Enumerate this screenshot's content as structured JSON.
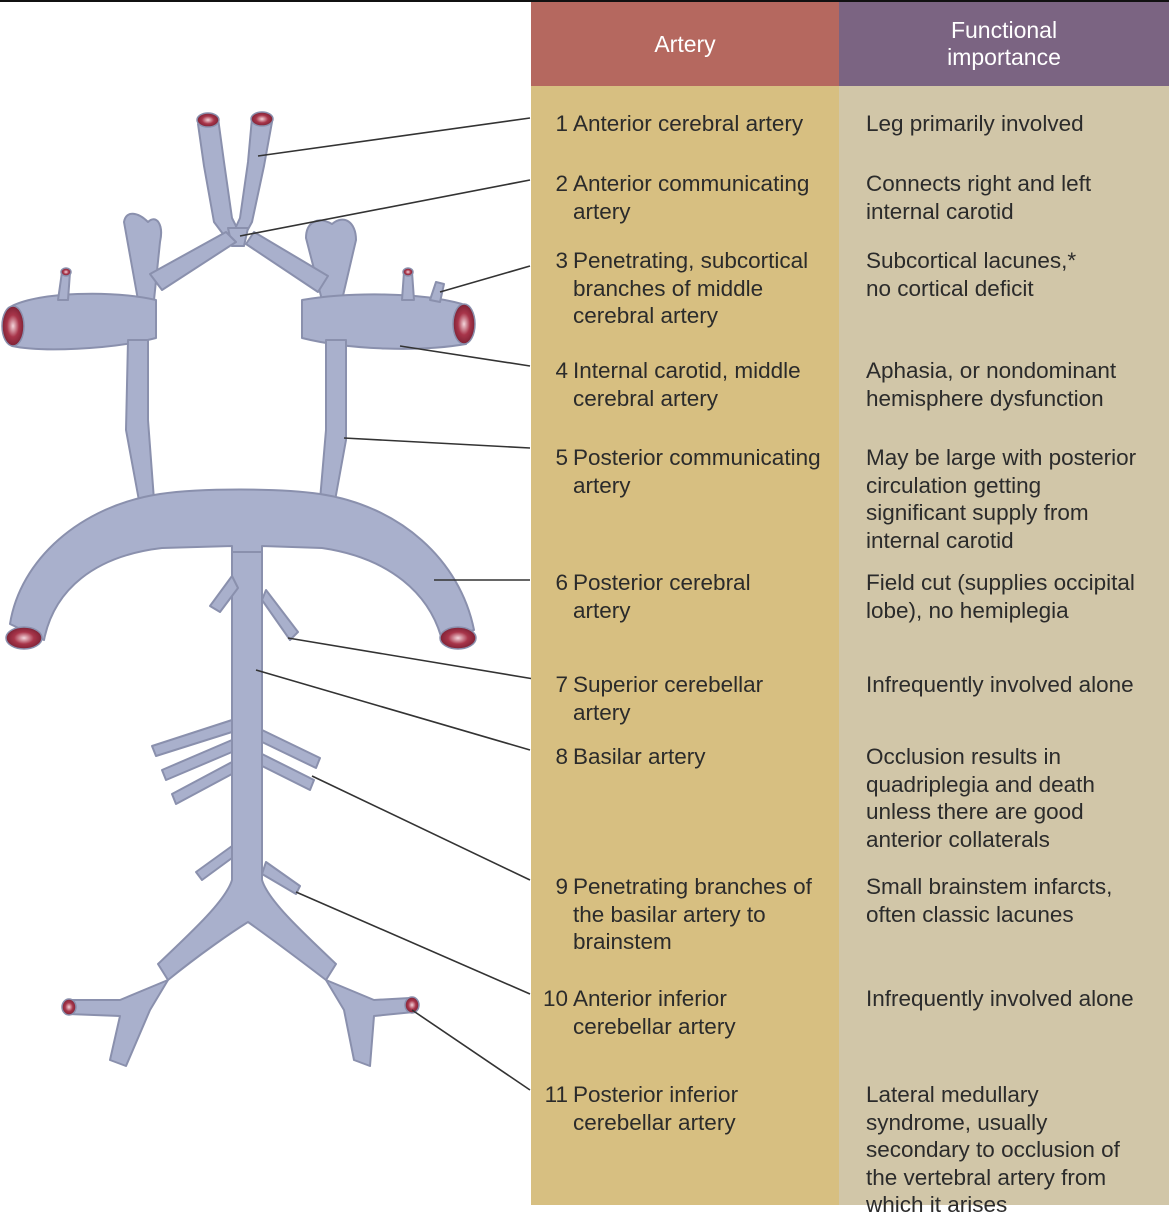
{
  "table": {
    "headers": {
      "artery": [
        "Artery"
      ],
      "functional": [
        "Functional",
        "importance"
      ]
    },
    "rows": [
      {
        "num": "1",
        "artery": [
          "Anterior cerebral artery"
        ],
        "importance": [
          "Leg primarily involved"
        ]
      },
      {
        "num": "2",
        "artery": [
          "Anterior communicating",
          "artery"
        ],
        "importance": [
          "Connects right and left",
          "internal carotid"
        ]
      },
      {
        "num": "3",
        "artery": [
          "Penetrating, subcortical",
          "branches of middle",
          "cerebral artery"
        ],
        "importance": [
          "Subcortical lacunes,*",
          "no cortical deficit"
        ]
      },
      {
        "num": "4",
        "artery": [
          "Internal carotid, middle",
          "cerebral artery"
        ],
        "importance": [
          "Aphasia, or nondominant",
          "hemisphere dysfunction"
        ]
      },
      {
        "num": "5",
        "artery": [
          "Posterior communicating",
          "artery"
        ],
        "importance": [
          "May be large with posterior",
          "circulation getting",
          "significant supply from",
          "internal carotid"
        ]
      },
      {
        "num": "6",
        "artery": [
          "Posterior cerebral",
          "artery"
        ],
        "importance": [
          "Field cut (supplies occipital",
          "lobe), no hemiplegia"
        ]
      },
      {
        "num": "7",
        "artery": [
          "Superior cerebellar",
          "artery"
        ],
        "importance": [
          "Infrequently involved alone"
        ]
      },
      {
        "num": "8",
        "artery": [
          "Basilar artery"
        ],
        "importance": [
          "Occlusion results in",
          "quadriplegia and death",
          "unless there are good",
          "anterior collaterals"
        ]
      },
      {
        "num": "9",
        "artery": [
          "Penetrating branches of",
          "the basilar artery to",
          "brainstem"
        ],
        "importance": [
          "Small brainstem infarcts,",
          "often classic lacunes"
        ]
      },
      {
        "num": "10",
        "artery": [
          "Anterior inferior",
          "cerebellar artery"
        ],
        "importance": [
          "Infrequently involved alone"
        ]
      },
      {
        "num": "11",
        "artery": [
          "Posterior inferior",
          "cerebellar artery"
        ],
        "importance": [
          "Lateral medullary",
          "syndrome, usually",
          "secondary to occlusion of",
          "the vertebral artery from",
          "which it arises"
        ]
      }
    ]
  },
  "colors": {
    "artery_header": "#b5685f",
    "functional_header": "#7b6482",
    "artery_column": "#d7bf81",
    "functional_column": "#d1c6a8",
    "vessel": "#a9b0cc",
    "vessel_lumen": "#a8354a"
  }
}
